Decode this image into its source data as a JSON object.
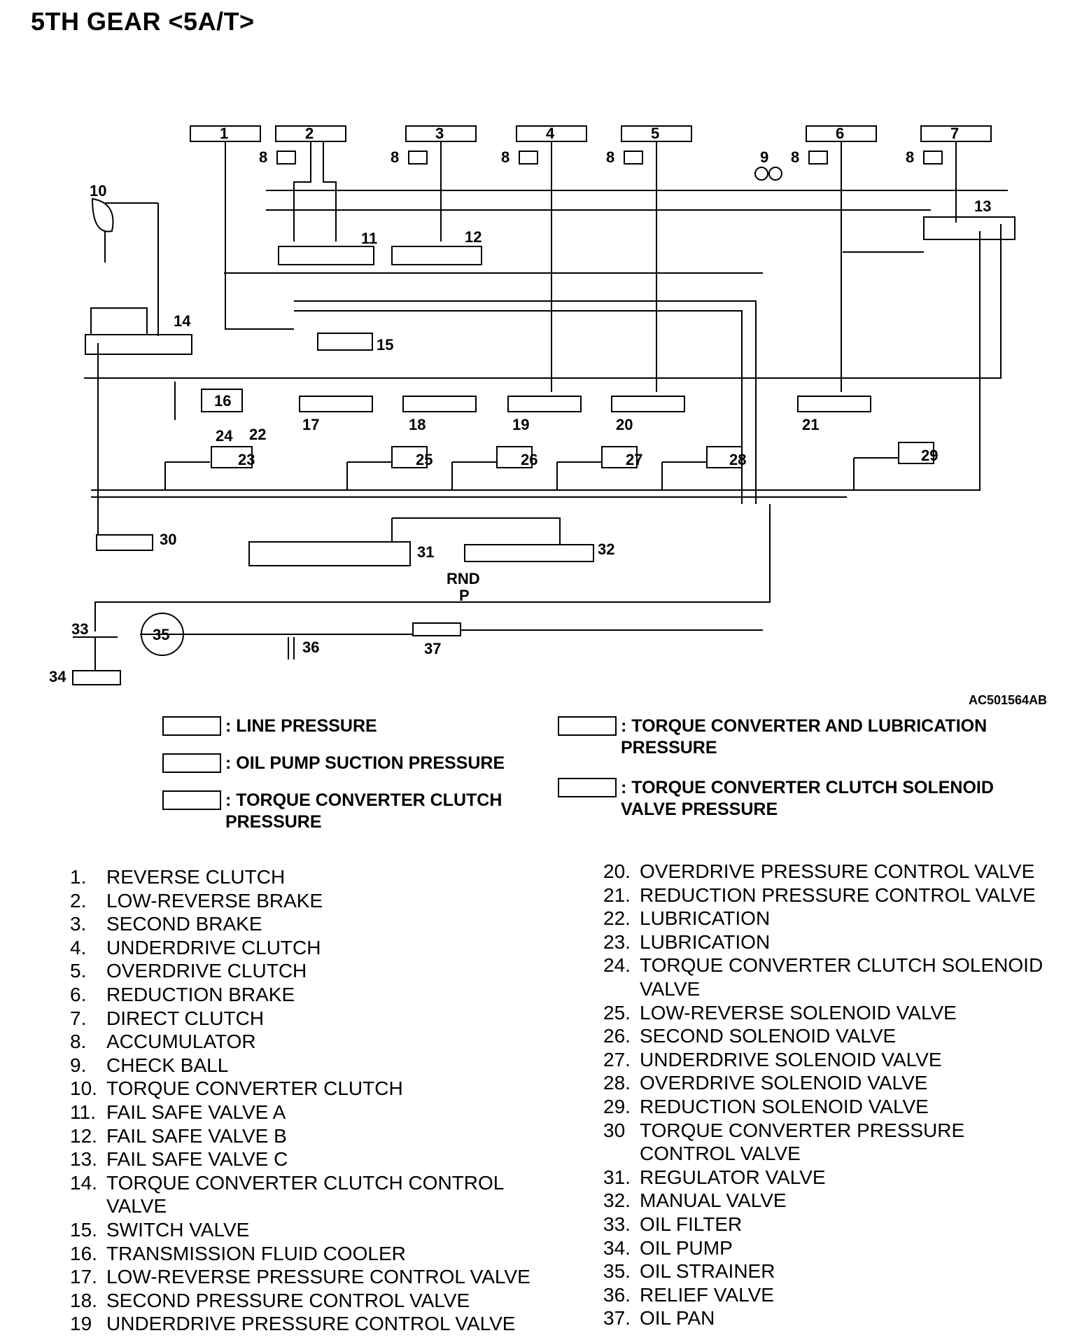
{
  "title": "5TH GEAR <5A/T>",
  "figure_code": "AC501564AB",
  "diagram_labels": {
    "n1": "1",
    "n2": "2",
    "n3": "3",
    "n4": "4",
    "n5": "5",
    "n6": "6",
    "n7": "7",
    "n8": "8",
    "n9": "9",
    "n10": "10",
    "n11": "11",
    "n12": "12",
    "n13": "13",
    "n14": "14",
    "n15": "15",
    "n16": "16",
    "n17": "17",
    "n18": "18",
    "n19": "19",
    "n20": "20",
    "n21": "21",
    "n22": "22",
    "n23": "23",
    "n24": "24",
    "n25": "25",
    "n26": "26",
    "n27": "27",
    "n28": "28",
    "n29": "29",
    "n30": "30",
    "n31": "31",
    "n32": "32",
    "n33": "33",
    "n34": "34",
    "n35": "35",
    "n36": "36",
    "n37": "37",
    "rnd": "RND",
    "p": "P"
  },
  "legend": [
    {
      "text": ": LINE PRESSURE"
    },
    {
      "text": ": OIL PUMP SUCTION PRESSURE"
    },
    {
      "text": ": TORQUE CONVERTER CLUTCH\n  PRESSURE"
    },
    {
      "text": ": TORQUE CONVERTER AND LUBRICATION\n  PRESSURE"
    },
    {
      "text": ": TORQUE CONVERTER CLUTCH SOLENOID\n  VALVE PRESSURE"
    }
  ],
  "parts_left": [
    {
      "num": "1.",
      "name": "REVERSE CLUTCH"
    },
    {
      "num": "2.",
      "name": "LOW-REVERSE BRAKE"
    },
    {
      "num": "3.",
      "name": "SECOND BRAKE"
    },
    {
      "num": "4.",
      "name": "UNDERDRIVE CLUTCH"
    },
    {
      "num": "5.",
      "name": "OVERDRIVE CLUTCH"
    },
    {
      "num": "6.",
      "name": "REDUCTION BRAKE"
    },
    {
      "num": "7.",
      "name": "DIRECT CLUTCH"
    },
    {
      "num": "8.",
      "name": "ACCUMULATOR"
    },
    {
      "num": "9.",
      "name": "CHECK BALL"
    },
    {
      "num": "10.",
      "name": "TORQUE CONVERTER CLUTCH"
    },
    {
      "num": "11.",
      "name": "FAIL SAFE VALVE A"
    },
    {
      "num": "12.",
      "name": "FAIL SAFE VALVE B"
    },
    {
      "num": "13.",
      "name": "FAIL SAFE VALVE C"
    },
    {
      "num": "14.",
      "name": "TORQUE CONVERTER CLUTCH CONTROL\nVALVE"
    },
    {
      "num": "15.",
      "name": "SWITCH VALVE"
    },
    {
      "num": "16.",
      "name": "TRANSMISSION FLUID COOLER"
    },
    {
      "num": "17.",
      "name": "LOW-REVERSE PRESSURE CONTROL VALVE"
    },
    {
      "num": "18.",
      "name": "SECOND PRESSURE CONTROL VALVE"
    },
    {
      "num": "19",
      "name": "UNDERDRIVE PRESSURE CONTROL VALVE"
    }
  ],
  "parts_right": [
    {
      "num": "20.",
      "name": "OVERDRIVE PRESSURE CONTROL VALVE"
    },
    {
      "num": "21.",
      "name": "REDUCTION PRESSURE CONTROL VALVE"
    },
    {
      "num": "22.",
      "name": "LUBRICATION"
    },
    {
      "num": "23.",
      "name": "LUBRICATION"
    },
    {
      "num": "24.",
      "name": "TORQUE CONVERTER CLUTCH SOLENOID\nVALVE"
    },
    {
      "num": "25.",
      "name": "LOW-REVERSE SOLENOID VALVE"
    },
    {
      "num": "26.",
      "name": "SECOND SOLENOID VALVE"
    },
    {
      "num": "27.",
      "name": "UNDERDRIVE SOLENOID VALVE"
    },
    {
      "num": "28.",
      "name": "OVERDRIVE SOLENOID VALVE"
    },
    {
      "num": "29.",
      "name": "REDUCTION SOLENOID VALVE"
    },
    {
      "num": "30",
      "name": "TORQUE CONVERTER PRESSURE\nCONTROL VALVE"
    },
    {
      "num": "31.",
      "name": "REGULATOR VALVE"
    },
    {
      "num": "32.",
      "name": "MANUAL VALVE"
    },
    {
      "num": "33.",
      "name": "OIL FILTER"
    },
    {
      "num": "34.",
      "name": "OIL PUMP"
    },
    {
      "num": "35.",
      "name": "OIL STRAINER"
    },
    {
      "num": "36.",
      "name": "RELIEF VALVE"
    },
    {
      "num": "37.",
      "name": "OIL PAN"
    }
  ]
}
